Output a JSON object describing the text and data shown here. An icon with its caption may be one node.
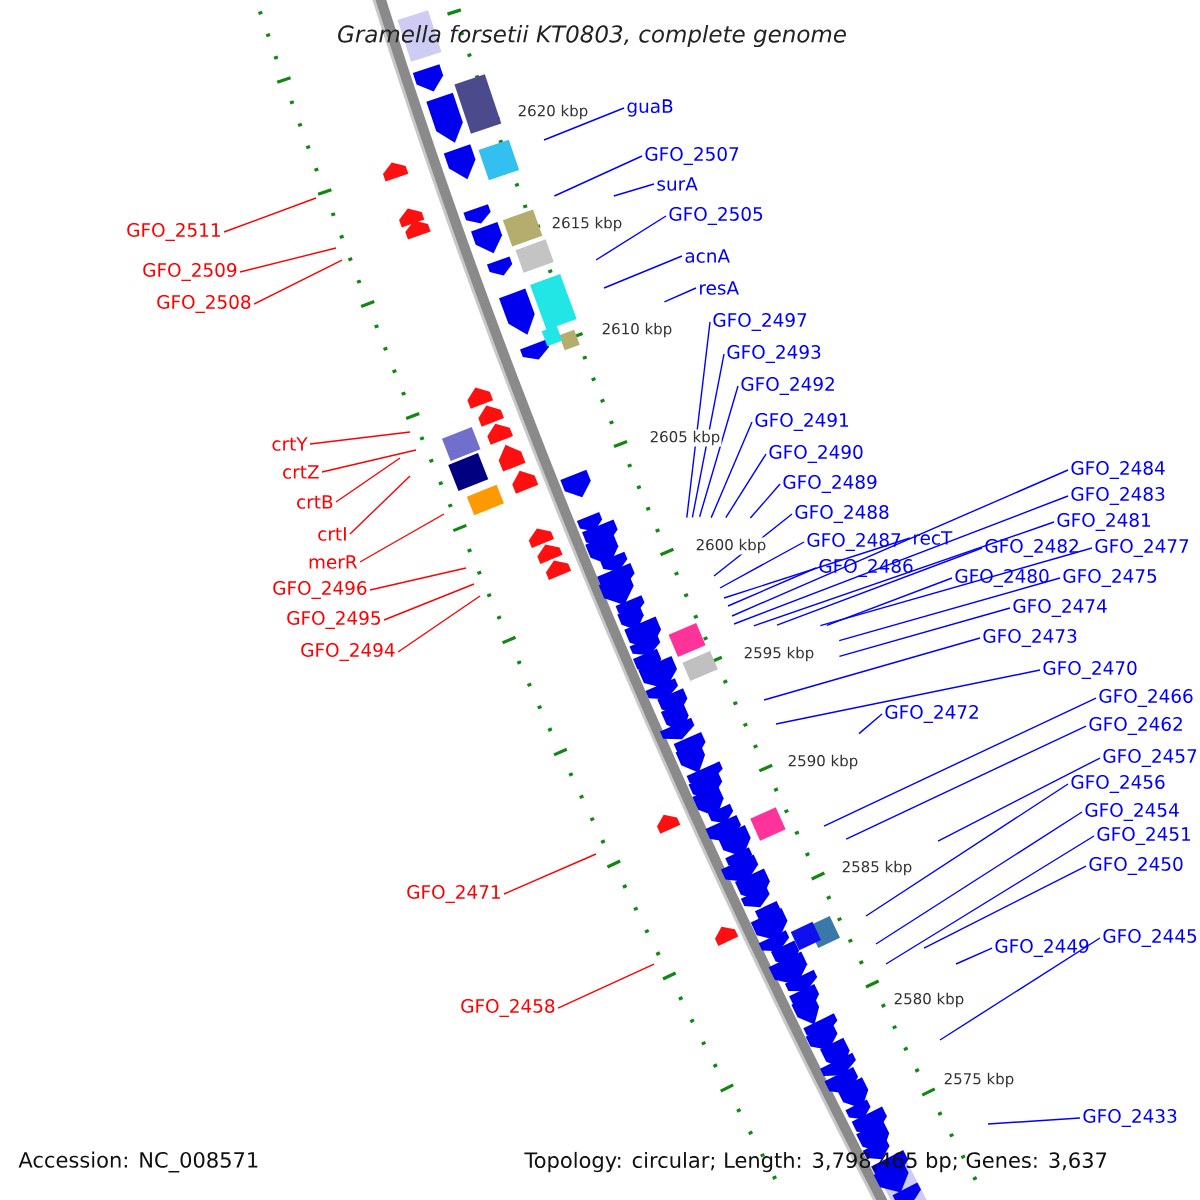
{
  "diagram": {
    "title": "Gramella forsetii KT0803, complete genome",
    "nodes": [
      {
        "text": [
          "guaB"
        ]
      },
      {
        "text": [
          "GFO_2507"
        ]
      },
      {
        "text": [
          "surA"
        ]
      },
      {
        "text": [
          "GFO_2505"
        ]
      },
      {
        "text": [
          "acnA"
        ]
      },
      {
        "text": [
          "resA"
        ]
      },
      {
        "text": [
          "GFO_2497"
        ]
      },
      {
        "text": [
          "GFO_2493"
        ]
      },
      {
        "text": [
          "GFO_2492"
        ]
      },
      {
        "text": [
          "GFO_2491"
        ]
      },
      {
        "text": [
          "GFO_2490"
        ]
      },
      {
        "text": [
          "GFO_2489"
        ]
      },
      {
        "text": [
          "GFO_2488"
        ]
      },
      {
        "text": [
          "GFO_2487"
        ]
      },
      {
        "text": [
          "recT"
        ]
      },
      {
        "text": [
          "GFO_2486"
        ]
      },
      {
        "text": [
          "GFO_2484"
        ]
      },
      {
        "text": [
          "GFO_2483"
        ]
      },
      {
        "text": [
          "GFO_2481"
        ]
      },
      {
        "text": [
          "GFO_2482"
        ]
      },
      {
        "text": [
          "GFO_2477"
        ]
      },
      {
        "text": [
          "GFO_2480"
        ]
      },
      {
        "text": [
          "GFO_2475"
        ]
      },
      {
        "text": [
          "GFO_2474"
        ]
      },
      {
        "text": [
          "GFO_2473"
        ]
      },
      {
        "text": [
          "GFO_2470"
        ]
      },
      {
        "text": [
          "GFO_2472"
        ]
      },
      {
        "text": [
          "GFO_2466"
        ]
      },
      {
        "text": [
          "GFO_2462"
        ]
      },
      {
        "text": [
          "GFO_2457"
        ]
      },
      {
        "text": [
          "GFO_2456"
        ]
      },
      {
        "text": [
          "GFO_2454"
        ]
      },
      {
        "text": [
          "GFO_2451"
        ]
      },
      {
        "text": [
          "GFO_2450"
        ]
      },
      {
        "text": [
          "GFO_2449"
        ]
      },
      {
        "text": [
          "GFO_2445"
        ]
      },
      {
        "text": [
          "GFO_2433"
        ]
      },
      {
        "text": [
          "GFO_2511"
        ]
      },
      {
        "text": [
          "GFO_2509"
        ]
      },
      {
        "text": [
          "GFO_2508"
        ]
      },
      {
        "text": [
          "crtY"
        ]
      },
      {
        "text": [
          "crtZ"
        ]
      },
      {
        "text": [
          "crtB"
        ]
      },
      {
        "text": [
          "crtI"
        ]
      },
      {
        "text": [
          "merR"
        ]
      },
      {
        "text": [
          "GFO_2496"
        ]
      },
      {
        "text": [
          "GFO_2495"
        ]
      },
      {
        "text": [
          "GFO_2494"
        ]
      },
      {
        "text": [
          "GFO_2471"
        ]
      },
      {
        "text": [
          "GFO_2458"
        ]
      }
    ],
    "edges": [
      {
        "from": 0,
        "to": null,
        "arrow": "none"
      },
      {
        "from": 1,
        "to": null,
        "arrow": "none"
      },
      {
        "from": 2,
        "to": null,
        "arrow": "none"
      },
      {
        "from": 3,
        "to": null,
        "arrow": "none"
      },
      {
        "from": 4,
        "to": null,
        "arrow": "none"
      },
      {
        "from": 5,
        "to": null,
        "arrow": "none"
      },
      {
        "from": 6,
        "to": null,
        "arrow": "none"
      },
      {
        "from": 7,
        "to": null,
        "arrow": "none"
      },
      {
        "from": 8,
        "to": null,
        "arrow": "none"
      },
      {
        "from": 9,
        "to": null,
        "arrow": "none"
      },
      {
        "from": 10,
        "to": null,
        "arrow": "none"
      },
      {
        "from": 11,
        "to": null,
        "arrow": "none"
      },
      {
        "from": 12,
        "to": null,
        "arrow": "none"
      },
      {
        "from": 13,
        "to": null,
        "arrow": "none"
      },
      {
        "from": 14,
        "to": null,
        "arrow": "none"
      },
      {
        "from": 15,
        "to": null,
        "arrow": "none"
      },
      {
        "from": 16,
        "to": null,
        "arrow": "none"
      },
      {
        "from": 17,
        "to": null,
        "arrow": "none"
      },
      {
        "from": 18,
        "to": null,
        "arrow": "none"
      },
      {
        "from": 19,
        "to": null,
        "arrow": "none"
      },
      {
        "from": 20,
        "to": null,
        "arrow": "none"
      },
      {
        "from": 21,
        "to": null,
        "arrow": "none"
      },
      {
        "from": 22,
        "to": null,
        "arrow": "none"
      },
      {
        "from": 23,
        "to": null,
        "arrow": "none"
      },
      {
        "from": 24,
        "to": null,
        "arrow": "none"
      },
      {
        "from": 25,
        "to": null,
        "arrow": "none"
      },
      {
        "from": 26,
        "to": null,
        "arrow": "none"
      },
      {
        "from": 27,
        "to": null,
        "arrow": "none"
      },
      {
        "from": 28,
        "to": null,
        "arrow": "none"
      },
      {
        "from": 29,
        "to": null,
        "arrow": "none"
      },
      {
        "from": 30,
        "to": null,
        "arrow": "none"
      },
      {
        "from": 31,
        "to": null,
        "arrow": "none"
      },
      {
        "from": 32,
        "to": null,
        "arrow": "none"
      },
      {
        "from": 33,
        "to": null,
        "arrow": "none"
      },
      {
        "from": 34,
        "to": null,
        "arrow": "none"
      },
      {
        "from": 35,
        "to": null,
        "arrow": "none"
      },
      {
        "from": 36,
        "to": null,
        "arrow": "none"
      },
      {
        "from": 37,
        "to": null,
        "arrow": "none",
        "color": "#ff0000"
      },
      {
        "from": 38,
        "to": null,
        "arrow": "none",
        "color": "#ff0000"
      },
      {
        "from": 39,
        "to": null,
        "arrow": "none",
        "color": "#ff0000"
      },
      {
        "from": 40,
        "to": null,
        "arrow": "none",
        "color": "#ff0000"
      },
      {
        "from": 41,
        "to": null,
        "arrow": "none",
        "color": "#ff0000"
      },
      {
        "from": 42,
        "to": null,
        "arrow": "none",
        "color": "#ff0000"
      },
      {
        "from": 43,
        "to": null,
        "arrow": "none",
        "color": "#ff0000"
      },
      {
        "from": 44,
        "to": null,
        "arrow": "none",
        "color": "#ff0000"
      },
      {
        "from": 45,
        "to": null,
        "arrow": "none",
        "color": "#ff0000"
      },
      {
        "from": 46,
        "to": null,
        "arrow": "none",
        "color": "#ff0000"
      },
      {
        "from": 47,
        "to": null,
        "arrow": "none",
        "color": "#ff0000"
      },
      {
        "from": 48,
        "to": null,
        "arrow": "none",
        "color": "#ff0000"
      },
      {
        "from": 49,
        "to": null,
        "arrow": "none",
        "color": "#ff0000"
      }
    ],
    "labels": [
      "2620 kbp",
      "2615 kbp",
      "2610 kbp",
      "2605 kbp",
      "2600 kbp",
      "2595 kbp",
      "2590 kbp",
      "2585 kbp",
      "2580 kbp",
      "2575 kbp",
      "Accession: NC_008571",
      "Topology: circular; Length: 3,798,465 bp; Genes: 3,637"
    ]
  }
}
